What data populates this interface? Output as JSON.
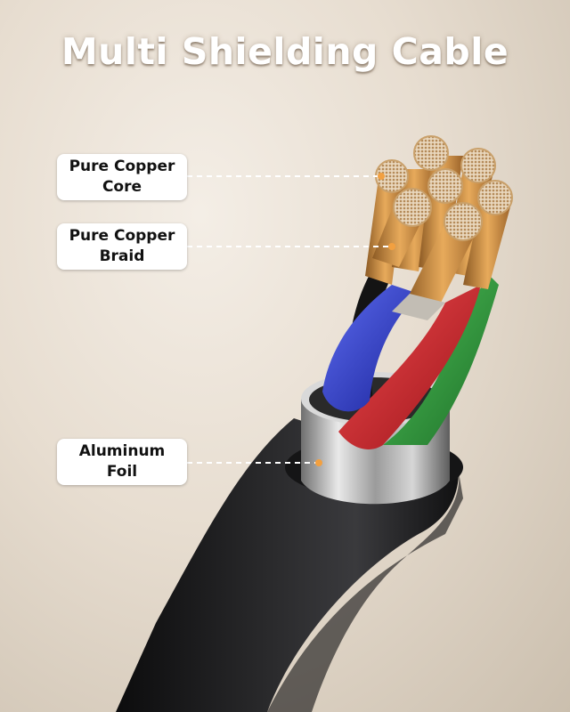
{
  "title": "Multi Shielding Cable",
  "labels": {
    "core": {
      "line1": "Pure Copper",
      "line2": "Core"
    },
    "braid": {
      "line1": "Pure Copper",
      "line2": "Braid"
    },
    "foil": {
      "line1": "Aluminum",
      "line2": "Foil"
    }
  },
  "colors": {
    "background": "#e9dfd3",
    "jacket": "#1c1c1e",
    "foil": "#b8b8b8",
    "copper": "#c98a3d",
    "wire_blue": "#2f3fc8",
    "wire_red": "#d3232a",
    "wire_green": "#2f9a3a",
    "wire_black": "#111111",
    "leader_dot": "#f2a040"
  }
}
